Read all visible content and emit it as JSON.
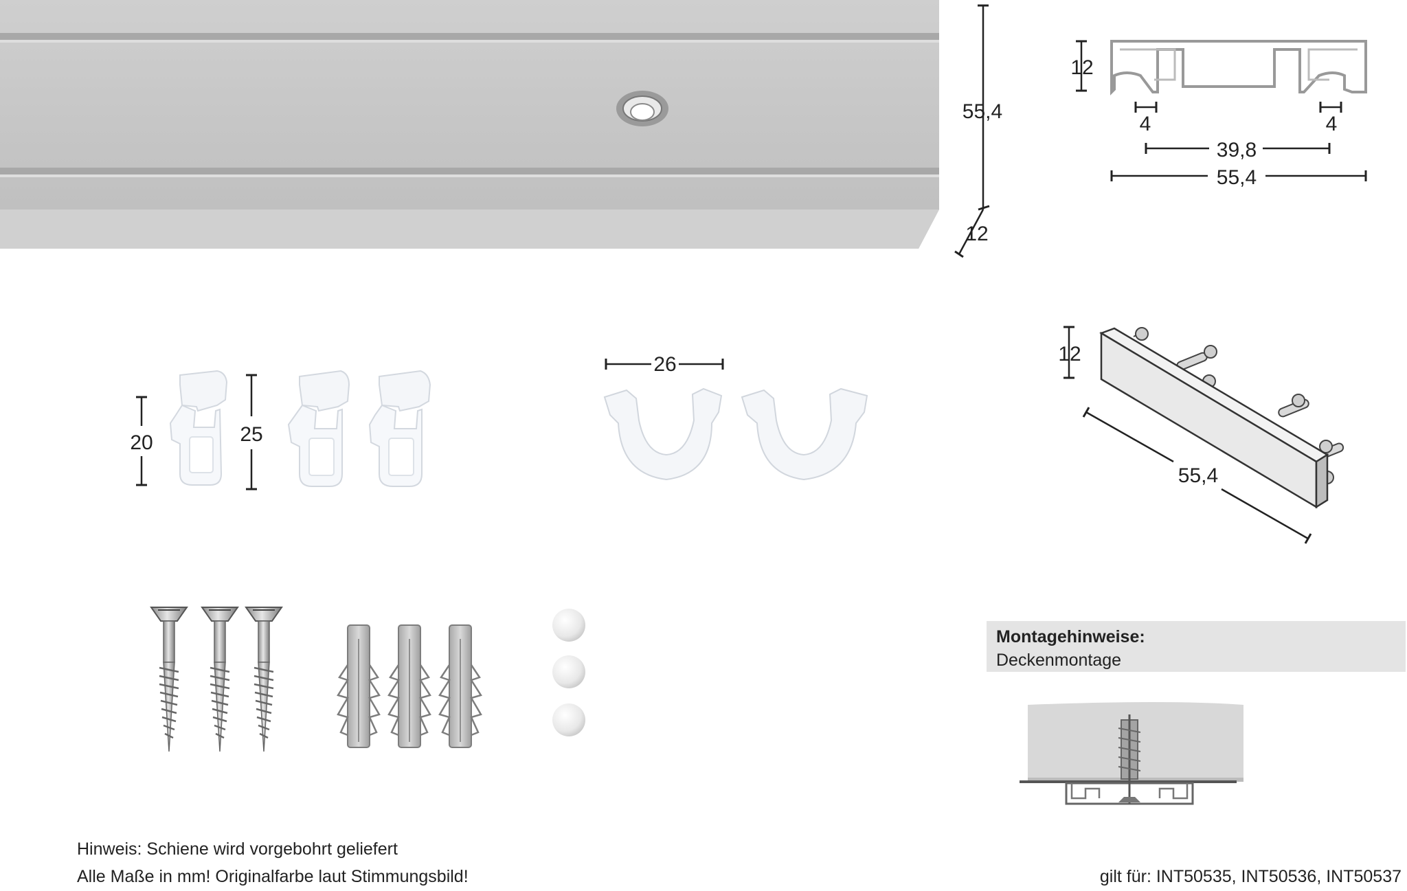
{
  "rail_dims": {
    "length": "55,4",
    "height": "12"
  },
  "profile_dims": {
    "height": "12",
    "groove_left": "4",
    "groove_right": "4",
    "inner_width": "39,8",
    "total_width": "55,4"
  },
  "endcap_dims": {
    "height": "12",
    "length": "55,4"
  },
  "glider_dims": {
    "small_height": "20",
    "large_height": "25"
  },
  "clip_dims": {
    "width": "26"
  },
  "mounting": {
    "title": "Montagehinweise:",
    "subtitle": "Deckenmontage"
  },
  "notes": {
    "line1": "Hinweis: Schiene wird vorgebohrt geliefert",
    "line2": "Alle Maße in mm!  Originalfarbe laut Stimmungsbild!",
    "valid_for": "gilt für: INT50535, INT50536, INT50537"
  },
  "colors": {
    "rail": "#c4c4c4",
    "rail_dark": "#a9a9a9",
    "parts_white": "#f2f4f7",
    "metal": "#b8b8b8",
    "text": "#222222"
  }
}
